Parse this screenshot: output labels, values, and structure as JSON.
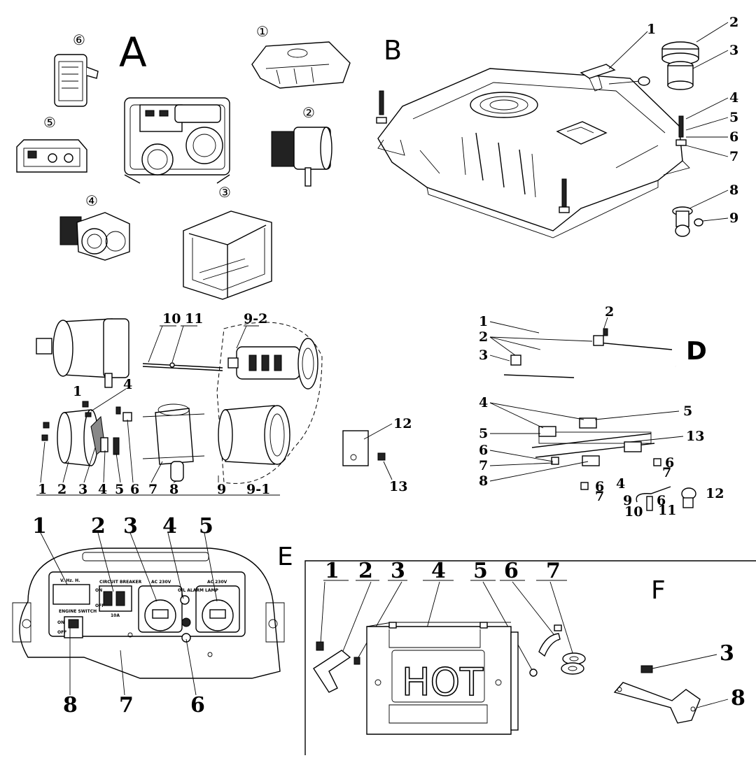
{
  "sections": {
    "A": {
      "letter": "A",
      "circled": [
        "①",
        "②",
        "③",
        "④",
        "⑤",
        "⑥"
      ]
    },
    "B": {
      "letter": "B",
      "callouts": [
        "1",
        "2",
        "3",
        "4",
        "5",
        "6",
        "7",
        "8",
        "9"
      ]
    },
    "C": {
      "top_callouts": [
        "10",
        "11",
        "9-2"
      ],
      "bottom_callouts": [
        "1",
        "2",
        "3",
        "4",
        "5",
        "6",
        "7",
        "8",
        "9",
        "9-1"
      ],
      "side_callouts": [
        "1",
        "4",
        "12",
        "13"
      ]
    },
    "D": {
      "letter": "D",
      "callouts": [
        "1",
        "2",
        "2",
        "3",
        "4",
        "5",
        "5",
        "6",
        "7",
        "8",
        "13",
        "6",
        "7",
        "4",
        "6",
        "7",
        "9",
        "6",
        "10",
        "11",
        "12"
      ]
    },
    "E": {
      "letter": "E",
      "top_callouts": [
        "1",
        "2",
        "3",
        "4",
        "5"
      ],
      "bottom_callouts": [
        "8",
        "7",
        "6"
      ],
      "panel": {
        "meter": "V. Hz. H.",
        "breaker": "CIRCUIT BREAKER",
        "breaker_on": "ON",
        "breaker_off": "OFF",
        "breaker_amp": "10A",
        "ac1": "AC 230V",
        "oil": "OIL ALARM LAMP",
        "ac2": "AC 230V",
        "engine": "ENGINE SWITCH",
        "on": "ON",
        "off": "OFF"
      }
    },
    "F": {
      "letter": "F",
      "callouts": [
        "1",
        "2",
        "3",
        "4",
        "5",
        "6",
        "7"
      ],
      "hot": "HOT",
      "bracket_callouts": [
        "3",
        "8"
      ]
    }
  }
}
